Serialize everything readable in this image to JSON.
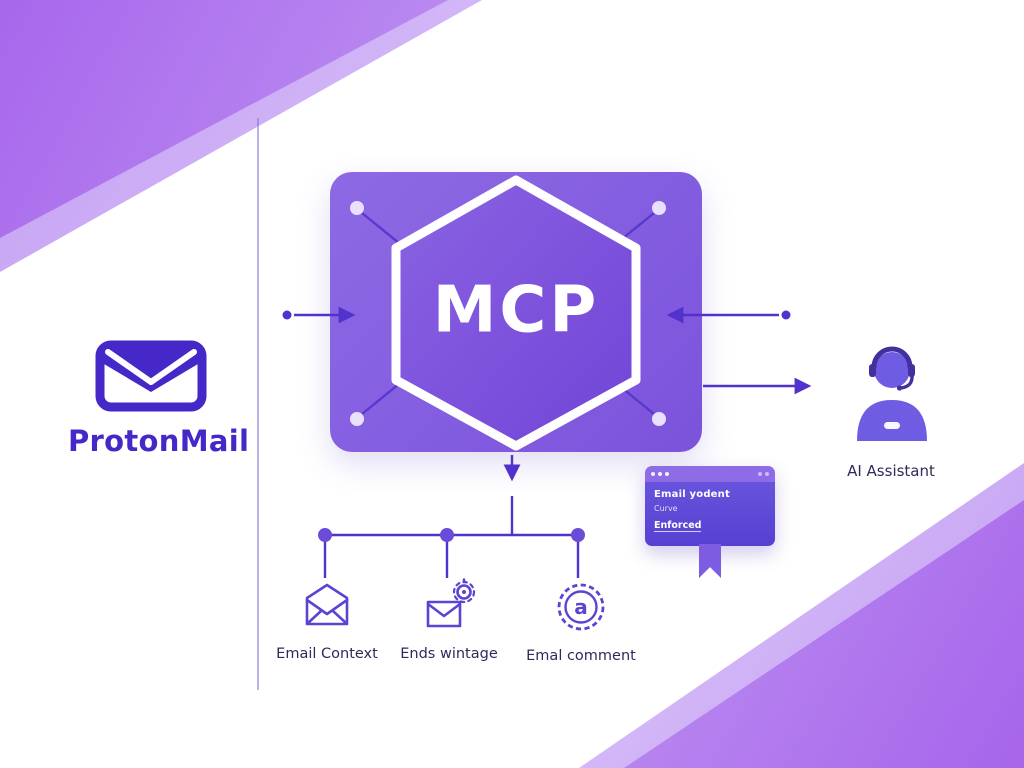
{
  "brand": {
    "name": "ProtonMail"
  },
  "hub": {
    "label": "MCP"
  },
  "assistant": {
    "label": "AI Assistant"
  },
  "browser_card": {
    "line1": "Email yodent",
    "line2": "Curve",
    "line3": "Enforced"
  },
  "tools": [
    {
      "label": "Email Context"
    },
    {
      "label": "Ends wintage"
    },
    {
      "label": "Emal comment",
      "letter": "a"
    }
  ],
  "colors": {
    "accent_line": "#5132cc",
    "brand_purple": "#4628c9",
    "hub_purple": "#7b53dc",
    "triangle_purple": "#a868ec",
    "icon_stroke": "#5a45d2"
  }
}
